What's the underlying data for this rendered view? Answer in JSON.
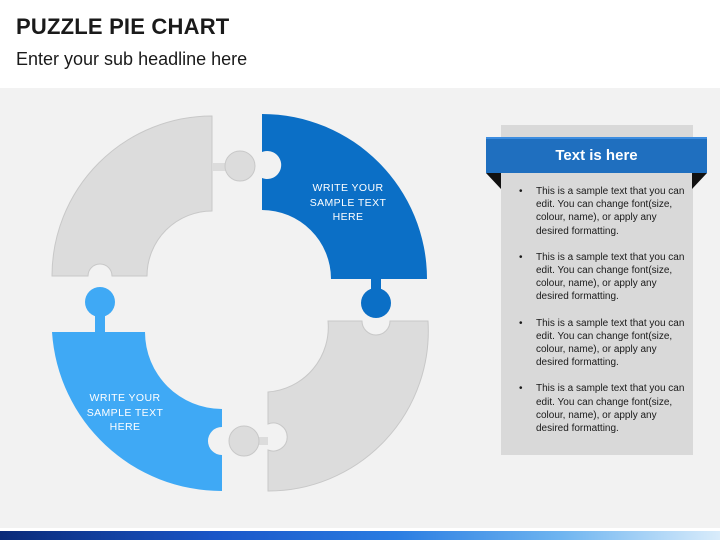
{
  "header": {
    "title": "PUZZLE PIE CHART",
    "subtitle": "Enter your sub headline here"
  },
  "pieces": {
    "top_right": {
      "label": "WRITE YOUR\nSAMPLE  TEXT\nHERE",
      "color": "#0b6fc6"
    },
    "bottom_left": {
      "label": "WRITE YOUR\nSAMPLE  TEXT\nHERE",
      "color": "#3fa9f5"
    },
    "top_left": {
      "color": "#dcdcdc"
    },
    "bottom_right": {
      "color": "#dcdcdc"
    }
  },
  "panel": {
    "heading": "Text is here",
    "bullets": [
      "This is a sample text that you can edit. You can change font(size, colour, name), or apply any desired formatting.",
      "This is a sample text that you can edit. You can change font(size, colour, name), or apply any desired formatting.",
      "This is a sample text that you can edit. You can change font(size, colour, name), or apply any desired formatting.",
      "This is a sample text that you can edit. You can change font(size, colour, name), or apply any desired formatting."
    ]
  }
}
